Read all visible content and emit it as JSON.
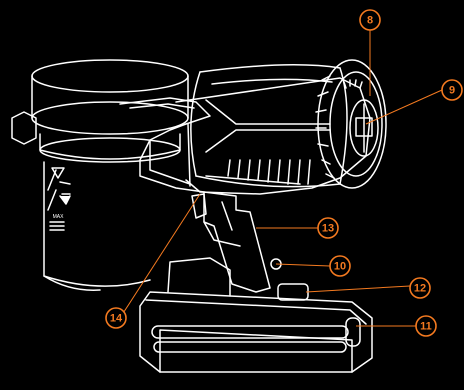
{
  "diagram": {
    "accent_color": "#f47a20",
    "line_color": "#ffffff",
    "background_color": "#000000",
    "dust_bin": {
      "max_marking": "MAX"
    },
    "callouts": [
      {
        "id": "c8",
        "label": "8"
      },
      {
        "id": "c9",
        "label": "9"
      },
      {
        "id": "c13",
        "label": "13"
      },
      {
        "id": "c10",
        "label": "10"
      },
      {
        "id": "c12",
        "label": "12"
      },
      {
        "id": "c11",
        "label": "11"
      },
      {
        "id": "c14",
        "label": "14"
      }
    ]
  }
}
